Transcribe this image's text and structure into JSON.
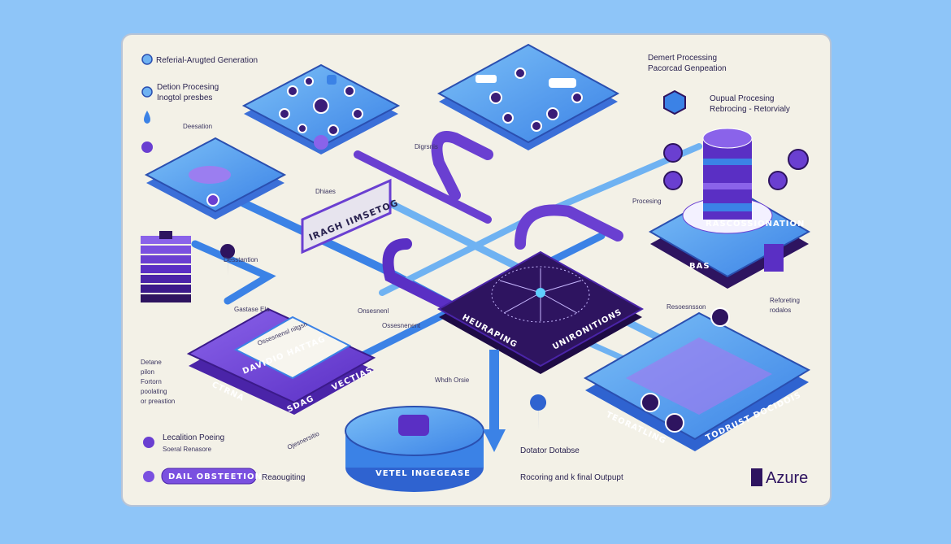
{
  "colors": {
    "background": "#8ec5f8",
    "card": "#f3f1e7",
    "blue": "#3b82e6",
    "light_blue": "#6fb2f2",
    "purple": "#6a3fd1",
    "dark_purple": "#2e1460",
    "text": "#2a2350"
  },
  "legend": {
    "item1": "Referial-Arugted Generation",
    "item2_line1": "Detion Procesing",
    "item2_line2": "Inogtol presbes",
    "item3": "Deesation"
  },
  "top_right": {
    "line1": "Demert Processing",
    "line2": "Pacorcad Genpeation",
    "hex_line1": "Oupual Procesing",
    "hex_line2": "Rebrocing - Retorvialy"
  },
  "center": {
    "banner": "IRAGH IIMSETOG",
    "destination": "Desstantion",
    "gastase": "Gastase Ela",
    "ons1": "Onsesnenl",
    "ons2": "Ossesnenent",
    "core_left": "HEURAPING",
    "core_right": "UNIRONITIONS",
    "mini1": "Dhiaes",
    "mini2": "Digrsnis",
    "whd": "Whdh Orsie"
  },
  "left": {
    "side_lines": [
      "Detane",
      "pilon",
      "Fortorn",
      "poolating",
      "or preastion"
    ],
    "storage_card_title": "Ossesnensl nitgsn",
    "storage_strip": "DAVIDIO HATTAG",
    "storage_front": "CTRNA",
    "storage_side": "SDAG",
    "storage_right": "VECTIAS",
    "loc_line1": "Lecalition Poeing",
    "loc_line2": "Soeral Renasore",
    "pill": "DAIL OBSTEETIONS",
    "pill_after": "Reaougiting",
    "objects": "Ojesnersitio"
  },
  "bottom": {
    "vector_db": "VETEL INGEGEASE",
    "dotator": "Dotator Dotabse",
    "final_output": "Rocoring and k final Outpupt",
    "board_left": "TEORATLING",
    "board_right": "TODRUST DOCIDOIS",
    "brand": "Azure"
  },
  "right": {
    "resoes": "Resoesnsson",
    "procesing": "Procesing",
    "ref_line1": "Reforeting",
    "ref_line2": "rodalos",
    "tower_label": "RASCOSSIONATION",
    "base_label": "BAS"
  }
}
